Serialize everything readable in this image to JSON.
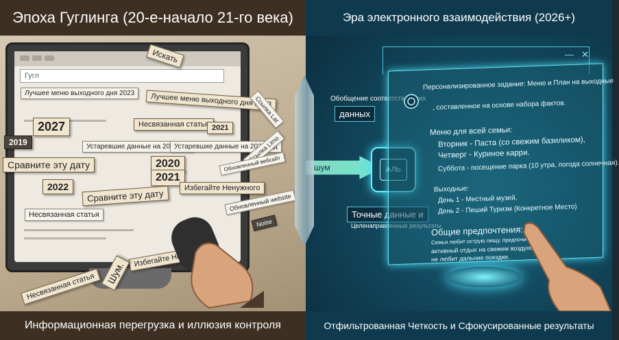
{
  "left": {
    "header": "Эпоха Гуглинга (20-е-начало 21-го века)",
    "footer": "Информационная перегрузка и иллюзия контроля",
    "search_placeholder": "Гугл",
    "notes": [
      {
        "text": "Искать"
      },
      {
        "text": "Лучшее меню выходного дня 2023"
      },
      {
        "text": "Лучшее меню выходного дня 2023"
      },
      {
        "text": "Несвязанная статья"
      },
      {
        "text": "2021"
      },
      {
        "text": "2027"
      },
      {
        "text": "2019"
      },
      {
        "text": "Устаревшие данные на 2021 год"
      },
      {
        "text": "Устаревшие данные на 2021 год"
      },
      {
        "text": "Сравните эту дату"
      },
      {
        "text": "2020"
      },
      {
        "text": "2021"
      },
      {
        "text": "2022"
      },
      {
        "text": "Сравните эту дату"
      },
      {
        "text": "Избегайте Ненужного"
      },
      {
        "text": "Несвязанная статья"
      },
      {
        "text": "Избегайте Ненужного"
      },
      {
        "text": "Шум."
      },
      {
        "text": "Несвязанная статья"
      },
      {
        "text": "Ссылка Lat"
      },
      {
        "text": "Ссылка Limo"
      },
      {
        "text": "Обновленный вебсайт"
      },
      {
        "text": "Обновленный website"
      },
      {
        "text": "Noise"
      }
    ]
  },
  "right": {
    "header": "Эра электронного взаимодействия (2026+)",
    "footer": "Отфильтрованная Четкость и Сфокусированные результаты",
    "arrow_label": "шум",
    "chip_label": "АЛЬ",
    "pill_top_1": "Обобщение соответствующих",
    "pill_top_2": "данных",
    "pill_bottom_1": "Точные данные и",
    "pill_bottom_2": "Целенаправленные результаты",
    "window_controls": [
      "—",
      "✕"
    ],
    "panel": {
      "task_1": "Персонализированное задание: Меню и План на выходные",
      "task_2": ", составленное на основе набора фактов.",
      "family_title": "Меню для всей семьи:",
      "family_1": "Вторник - Паста (со свежим базиликом),",
      "family_2": "Четверг - Куриное карри.",
      "family_3": "Суббота - посещение парка (10 утра, погода солнечная).",
      "weekend_title": "Выходные:",
      "weekend_1": "День 1 - Местный музей,",
      "weekend_2": "День 2 - Пеший Туризм (Конкретное Место)",
      "prefs_title": "Общие предпочтения:",
      "prefs_1": "Семья любит острую пищу, предпочитает",
      "prefs_2": "активный отдых на свежем воздухе,",
      "prefs_3": "не любит дальние поездки."
    }
  }
}
